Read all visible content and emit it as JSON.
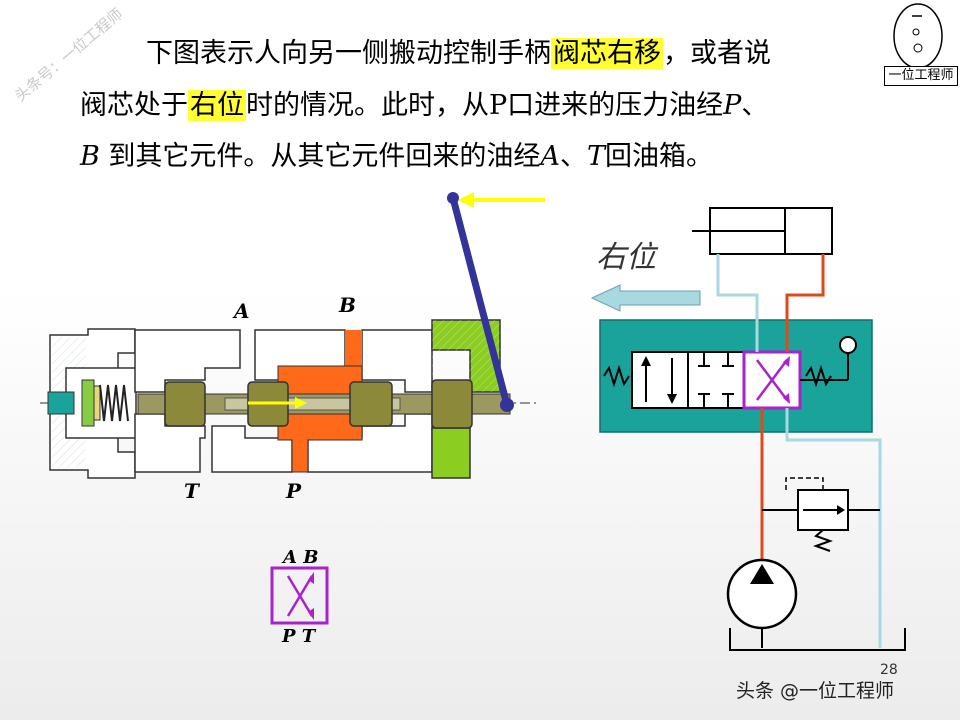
{
  "paragraph": {
    "line1_a": "下图表示人向另一侧搬动控制手柄",
    "line1_hl": "阀芯右移",
    "line1_b": "，或者说",
    "line2_a": "阀芯处于",
    "line2_hl": "右位",
    "line2_b": "时的情况。此时，从P口进来的压力油经",
    "line2_c": "P",
    "line2_d": "、",
    "line3_a": "B",
    "line3_b": " 到其它元件。从其它元件回来的油经",
    "line3_c": "A",
    "line3_d": "、",
    "line3_e": "T",
    "line3_f": "回油箱。"
  },
  "valve": {
    "port_a": "A",
    "port_b": "B",
    "port_t": "T",
    "port_p": "P"
  },
  "symbol": {
    "top_labels": "A B",
    "bottom_labels": "P T"
  },
  "schematic": {
    "position_label": "右位"
  },
  "watermark": "头条号：一位工程师",
  "logo": {
    "name": "一位工程师"
  },
  "footer": {
    "page_number": "28",
    "credit": "头条 @一位工程师"
  },
  "colors": {
    "pressure_oil": "#ff6a1a",
    "return_line": "#a8d8e0",
    "valve_teal": "#1aa39a",
    "spool_olive": "#8c8a3a",
    "handle": "#333399",
    "symbol_purple": "#aa22cc",
    "highlight": "#ffff33",
    "arrow_yellow": "#ffff00",
    "pressure_line": "#e04a1a"
  }
}
